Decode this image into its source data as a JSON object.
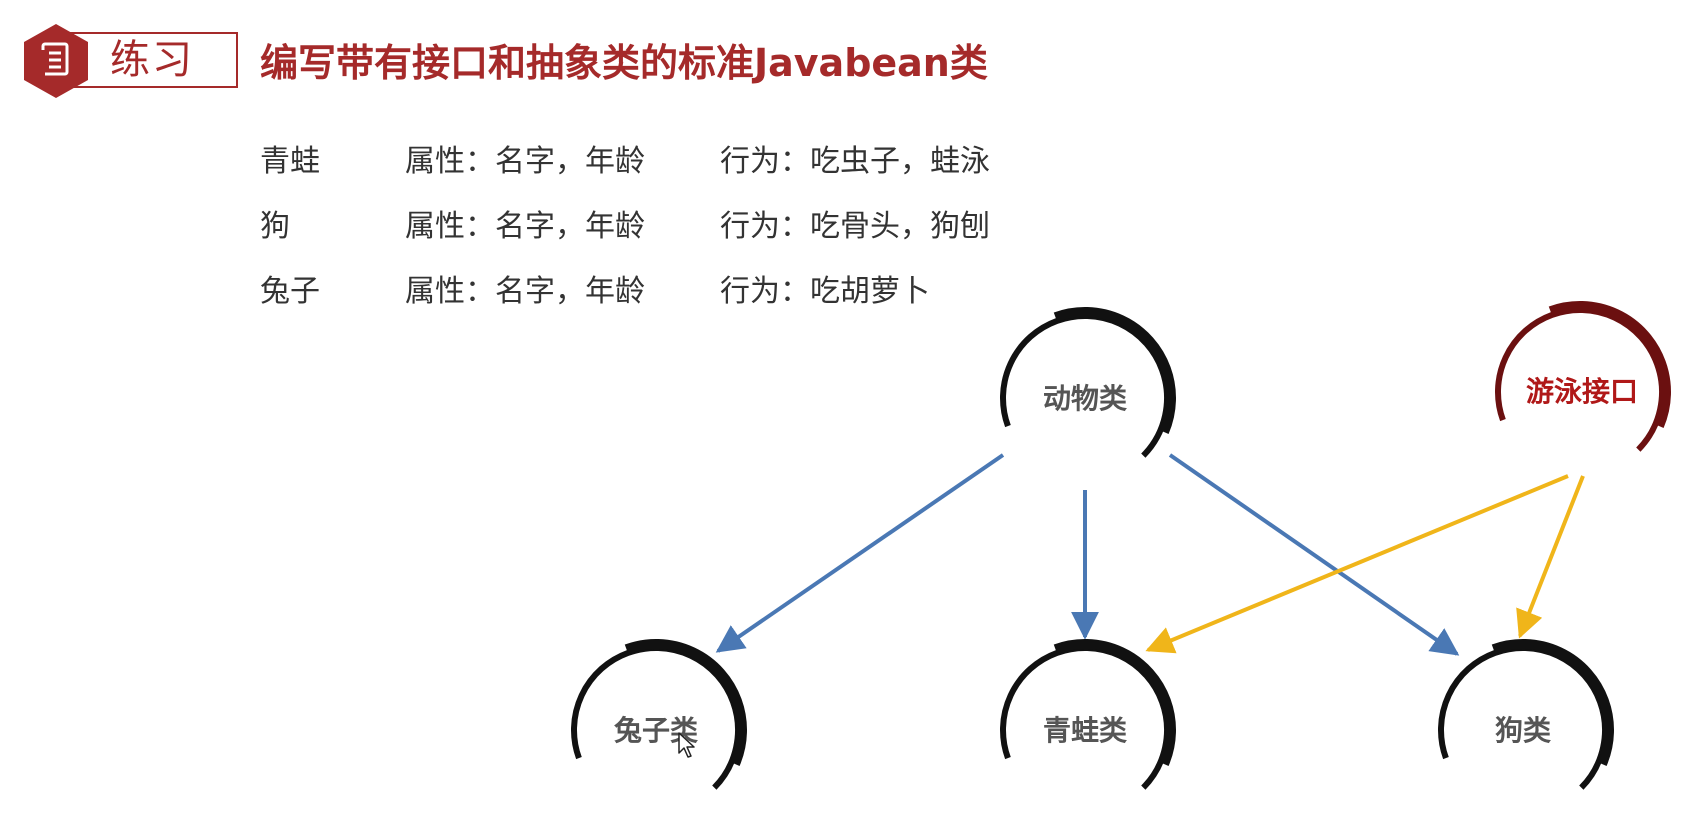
{
  "header": {
    "badge_label": "练习",
    "badge_icon": "document-icon",
    "title": "编写带有接口和抽象类的标准Javabean类"
  },
  "rows": [
    {
      "name": "青蛙",
      "attributes": "属性：名字，年龄",
      "behaviors": "行为：吃虫子，蛙泳"
    },
    {
      "name": "狗",
      "attributes": "属性：名字，年龄",
      "behaviors": "行为：吃骨头，狗刨"
    },
    {
      "name": "兔子",
      "attributes": "属性：名字，年龄",
      "behaviors": "行为：吃胡萝卜"
    }
  ],
  "diagram": {
    "nodes": {
      "animal": "动物类",
      "swim": "游泳接口",
      "rabbit": "兔子类",
      "frog": "青蛙类",
      "dog": "狗类"
    },
    "edges": [
      {
        "from": "animal",
        "to": "rabbit",
        "kind": "extends"
      },
      {
        "from": "animal",
        "to": "frog",
        "kind": "extends"
      },
      {
        "from": "animal",
        "to": "dog",
        "kind": "extends"
      },
      {
        "from": "swim",
        "to": "frog",
        "kind": "implements"
      },
      {
        "from": "swim",
        "to": "dog",
        "kind": "implements"
      }
    ],
    "colors": {
      "extends": "#4a78b4",
      "implements": "#f0b51a",
      "brand": "#a52a2a",
      "interface_ring": "#6b1010",
      "class_ring": "#111111",
      "class_text": "#555555",
      "interface_text": "#b01818"
    }
  }
}
